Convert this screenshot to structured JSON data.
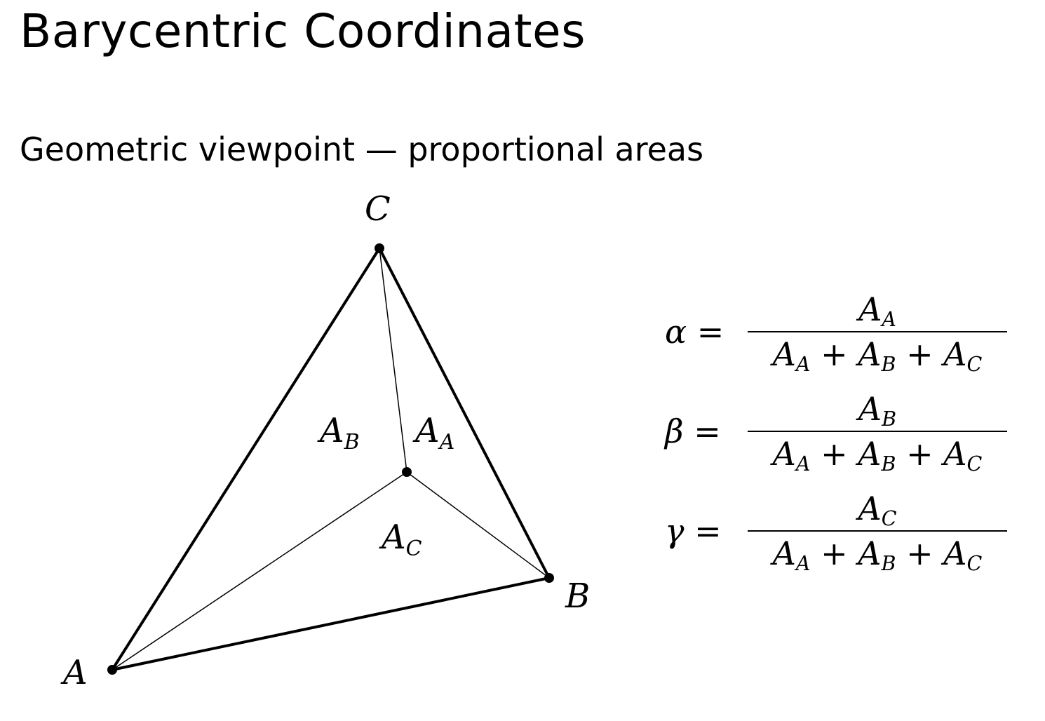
{
  "slide": {
    "title": "Barycentric Coordinates",
    "subtitle": "Geometric viewpoint — proportional areas"
  },
  "diagram": {
    "vertices": {
      "A": "A",
      "B": "B",
      "C": "C"
    },
    "regions": {
      "a": {
        "base": "A",
        "sub": "A"
      },
      "b": {
        "base": "A",
        "sub": "B"
      },
      "c": {
        "base": "A",
        "sub": "C"
      }
    }
  },
  "formulas": [
    {
      "symbol": "α",
      "numerator_sub": "A"
    },
    {
      "symbol": "β",
      "numerator_sub": "B"
    },
    {
      "symbol": "γ",
      "numerator_sub": "C"
    }
  ],
  "formula_parts": {
    "equals": "=",
    "plus": "+",
    "area_symbol": "A",
    "denominator_subs": [
      "A",
      "B",
      "C"
    ]
  }
}
